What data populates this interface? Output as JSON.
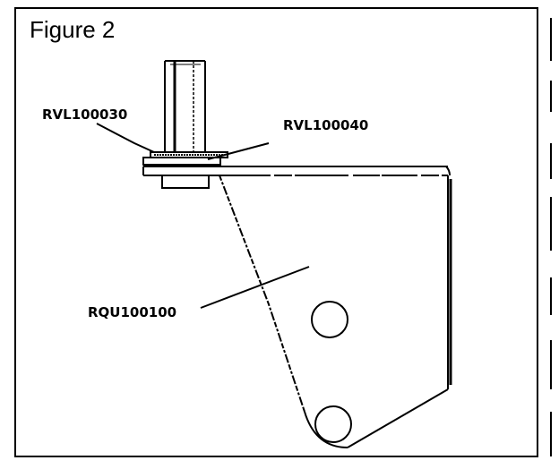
{
  "figure": {
    "title": "Figure 2"
  },
  "callouts": {
    "washer": "RVL100030",
    "spacer": "RVL100040",
    "bracket": "RQU100100"
  },
  "colors": {
    "ink": "#000000",
    "paper": "#ffffff"
  }
}
